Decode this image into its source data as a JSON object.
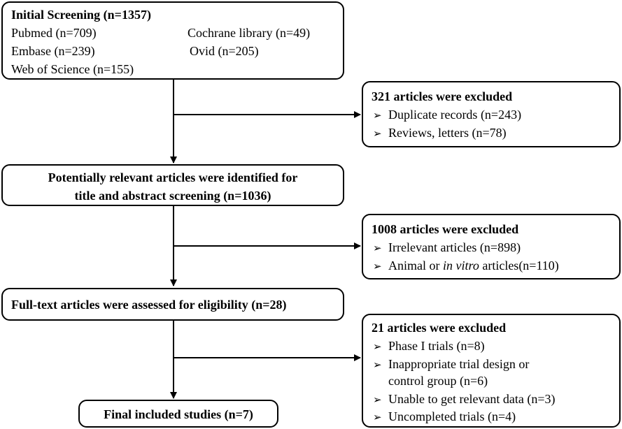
{
  "initial": {
    "title": "Initial Screening (n=1357)",
    "sources": [
      "Pubmed (n=709)",
      "Cochrane library (n=49)",
      "Embase (n=239)",
      "Ovid (n=205)",
      "Web of Science (n=155)"
    ]
  },
  "excluded1": {
    "title": "321 articles were excluded",
    "items": [
      "Duplicate records (n=243)",
      "Reviews, letters (n=78)"
    ]
  },
  "relevant": {
    "line1": "Potentially relevant articles were identified for",
    "line2": "title and abstract screening (n=1036)"
  },
  "excluded2": {
    "title": "1008 articles were excluded",
    "items": [
      "Irrelevant articles (n=898)"
    ],
    "animal_prefix": "Animal or ",
    "animal_italic": "in vitro",
    "animal_suffix": " articles(n=110)"
  },
  "fulltext": {
    "label": "Full-text articles were assessed for eligibility (n=28)"
  },
  "excluded3": {
    "title": "21 articles were excluded",
    "items": [
      "Phase I trials (n=8)",
      "Inappropriate trial design or",
      "control group (n=6)",
      "Unable to get relevant data (n=3)",
      "Uncompleted trials (n=4)"
    ]
  },
  "final": {
    "label": "Final included studies (n=7)"
  },
  "bullet_glyph": "➢",
  "colors": {
    "line": "#000000",
    "box_border": "#000000"
  }
}
